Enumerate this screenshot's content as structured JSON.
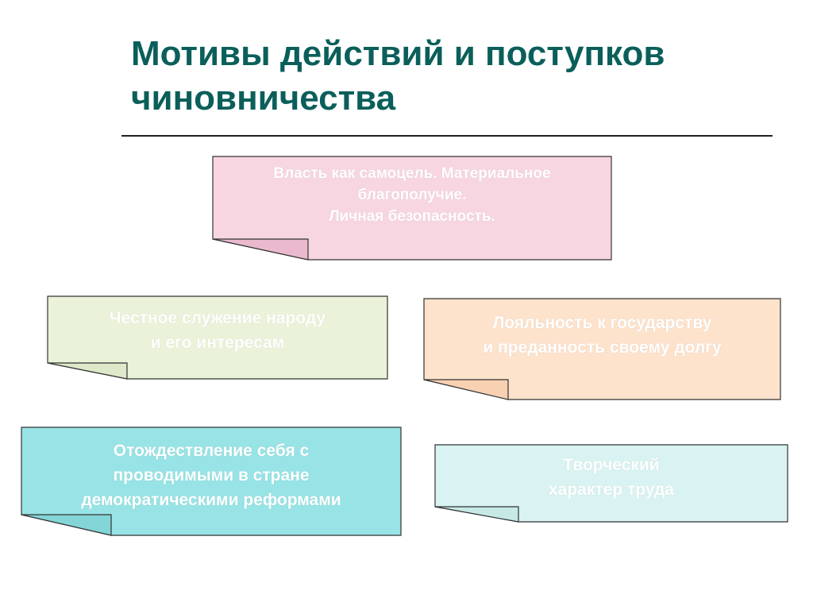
{
  "title": {
    "line1": "Мотивы действий и поступков",
    "line2": "чиновничества"
  },
  "colors": {
    "title": "#0b5f5a",
    "note_pink": "#f7d6e2",
    "note_pink_fold": "#eab9cd",
    "note_green": "#eaf3d9",
    "note_green_fold": "#dde9c8",
    "note_peach": "#fde2cc",
    "note_peach_fold": "#f8d1b2",
    "note_cyan": "#98e3e5",
    "note_cyan_fold": "#83d5d8",
    "note_lightcyan": "#d8f3f1",
    "note_lightcyan_fold": "#c6e9e6"
  },
  "notes": [
    {
      "lines": [
        "Власть как самоцель. Материальное",
        "благополучие.",
        "Личная безопасность."
      ]
    },
    {
      "lines": [
        "Честное служение народу",
        "и его интересам"
      ]
    },
    {
      "lines": [
        "Лояльность к государству",
        "и преданность своему долгу"
      ]
    },
    {
      "lines": [
        "Отождествление себя с",
        "проводимыми в стране",
        "демократическими реформами"
      ]
    },
    {
      "lines": [
        "Творческий",
        "характер труда"
      ]
    }
  ]
}
